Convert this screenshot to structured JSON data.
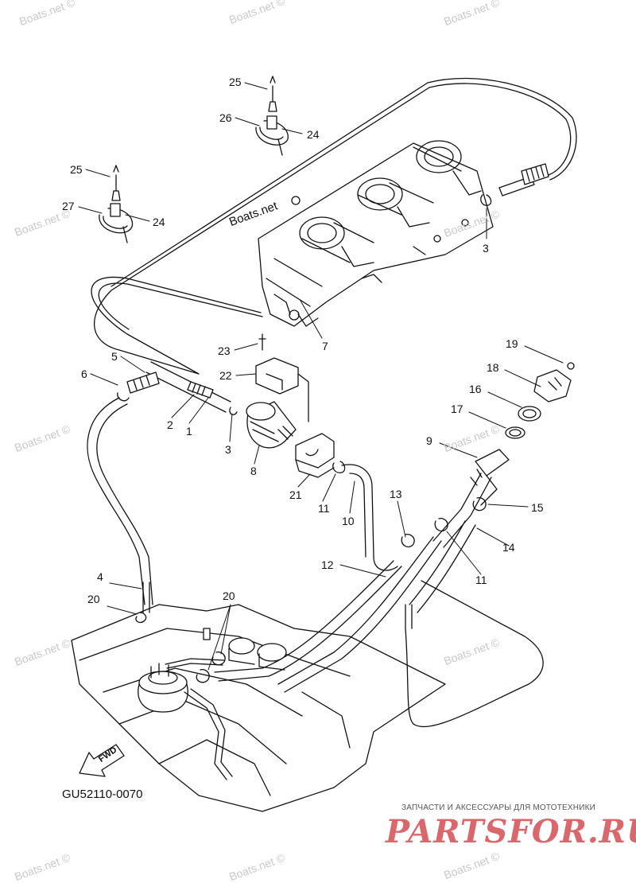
{
  "diagram": {
    "code": "GU52110-0070",
    "site_label": "Boats.net",
    "watermark": "Boats.net ©",
    "fwd": "FWD",
    "brand": {
      "tagline": "ЗАПЧАСТИ И АКСЕССУАРЫ ДЛЯ МОТОТЕХНИКИ",
      "logo": "PARTSFOR.RU"
    },
    "callouts": [
      "25",
      "26",
      "24",
      "25",
      "27",
      "24",
      "3",
      "7",
      "23",
      "22",
      "5",
      "6",
      "2",
      "1",
      "3",
      "8",
      "21",
      "11",
      "10",
      "19",
      "18",
      "16",
      "17",
      "9",
      "13",
      "15",
      "14",
      "11",
      "12",
      "4",
      "20",
      "20"
    ]
  }
}
